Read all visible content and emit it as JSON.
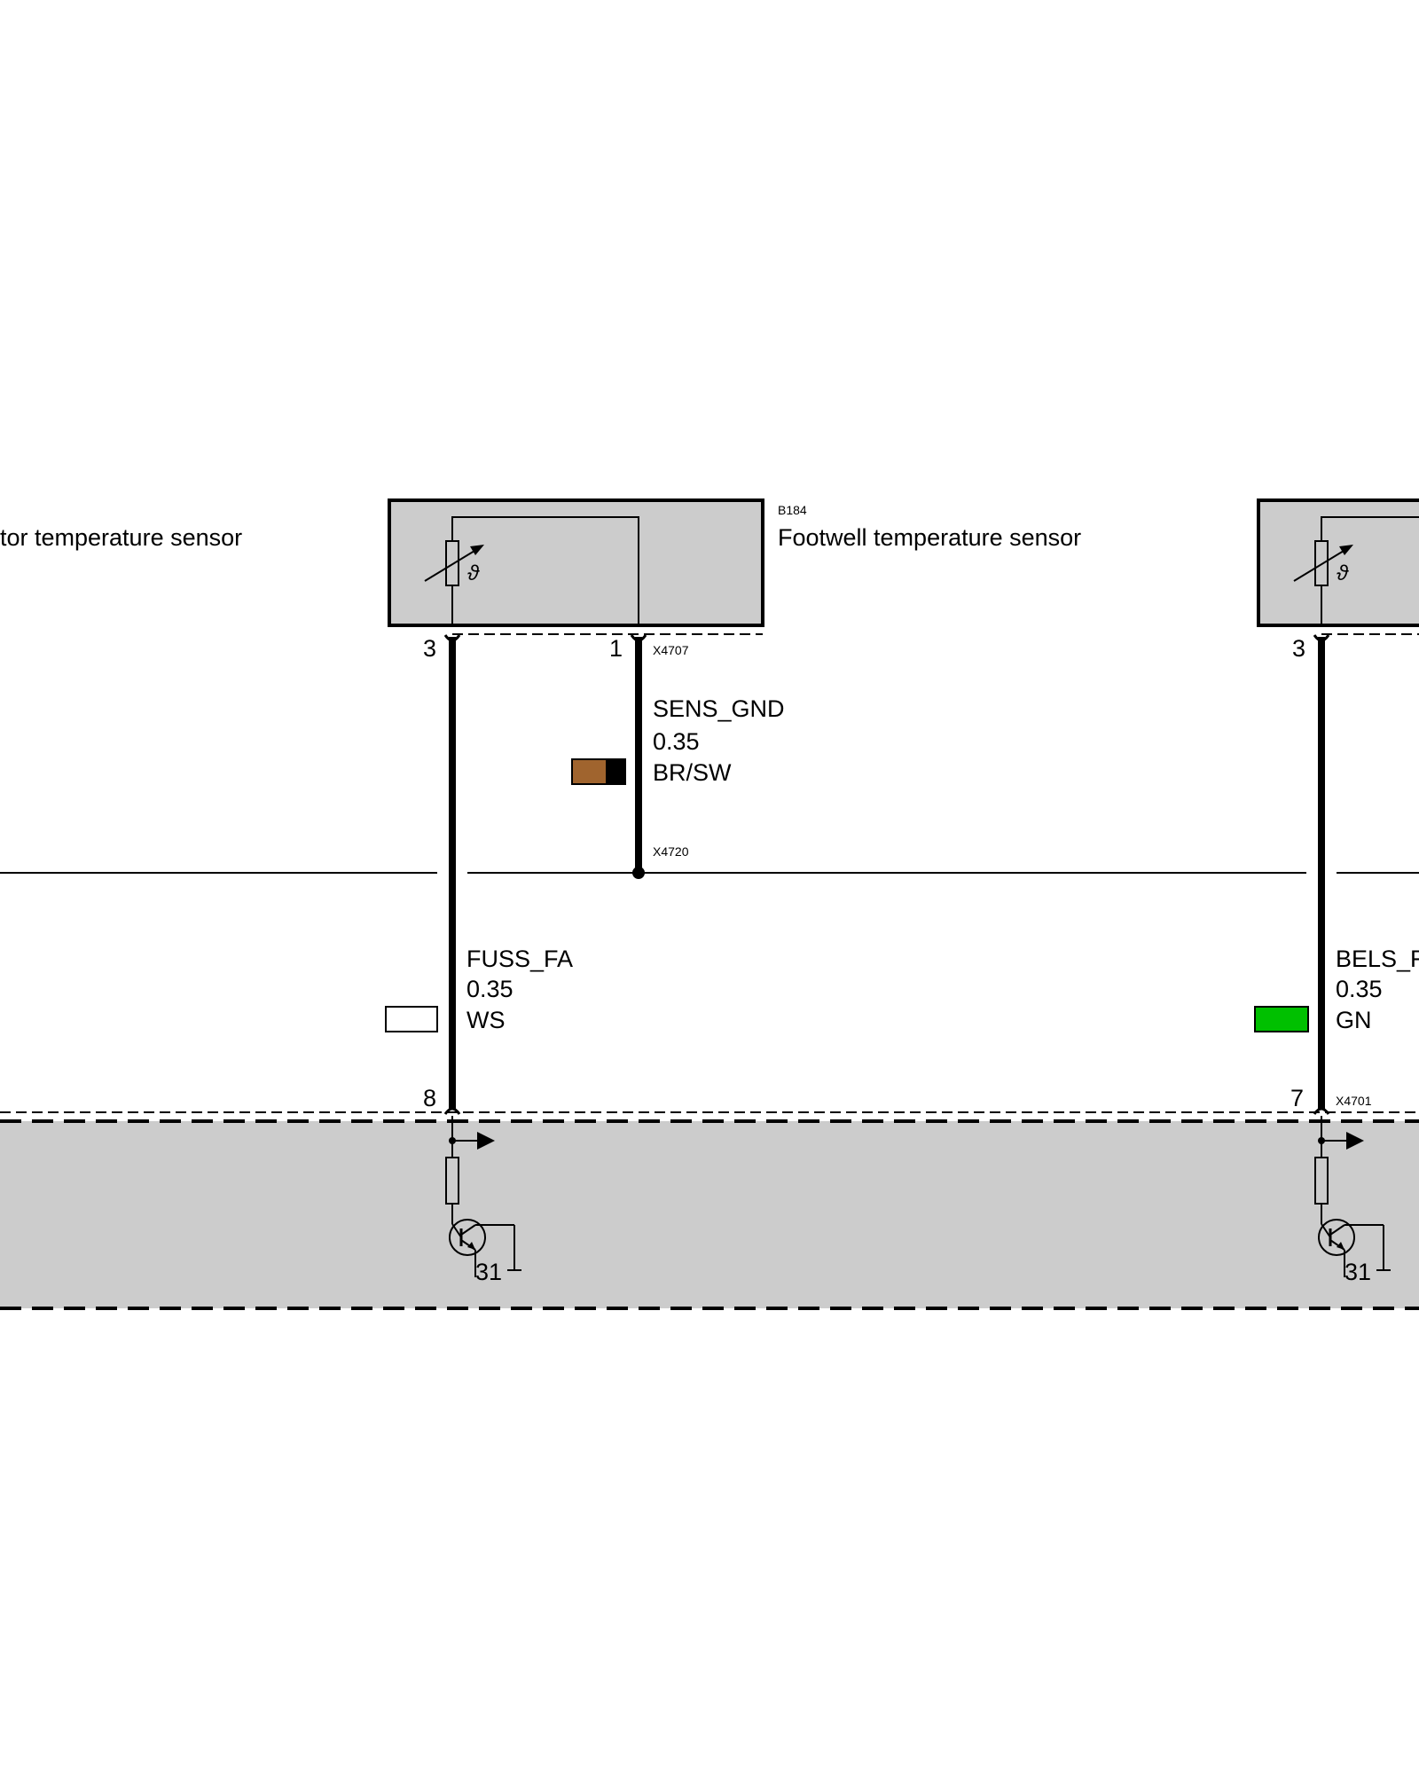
{
  "sensors": {
    "left_partial": {
      "name": "tor temperature sensor"
    },
    "footwell": {
      "code": "B184",
      "name": "Footwell temperature sensor"
    }
  },
  "connectors": {
    "x4707": "X4707",
    "x4720": "X4720",
    "x4701": "X4701"
  },
  "pins": {
    "footwell_3": "3",
    "footwell_1": "1",
    "right_3": "3",
    "module_8": "8",
    "module_7": "7"
  },
  "wires": {
    "sens_gnd": {
      "signal": "SENS_GND",
      "gauge": "0.35",
      "color_code": "BR/SW",
      "colors": [
        "#a0642e",
        "#000000"
      ]
    },
    "fuss_fa": {
      "signal": "FUSS_FA",
      "gauge": "0.35",
      "color_code": "WS",
      "colors": [
        "#ffffff"
      ]
    },
    "bels_f": {
      "signal": "BELS_F",
      "gauge": "0.35",
      "color_code": "GN",
      "colors": [
        "#00c000"
      ]
    }
  },
  "module": {
    "ground_left": "31",
    "ground_right": "31"
  },
  "symbols": {
    "thermistor_theta": "ϑ"
  },
  "colors": {
    "component_fill": "#cccccc",
    "line": "#000000"
  }
}
